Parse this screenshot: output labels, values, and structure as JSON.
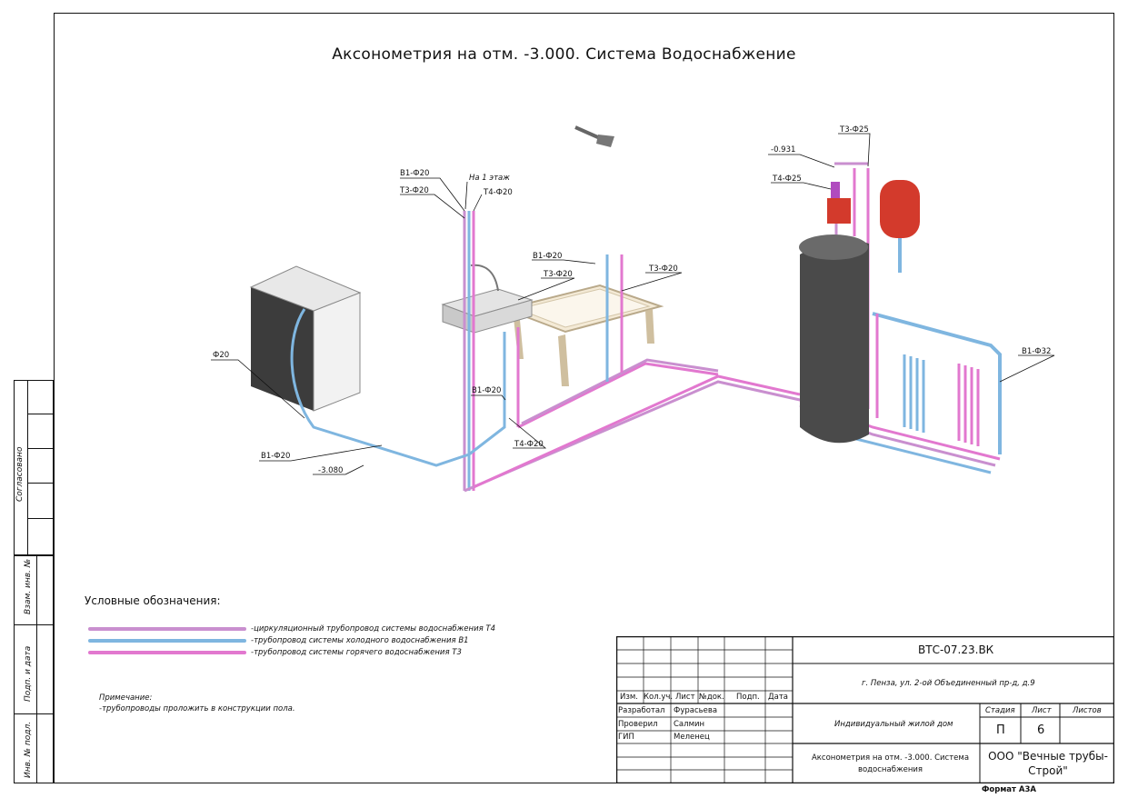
{
  "title": "Аксонометрия на отм. -3.000. Система Водоснабжение",
  "colors": {
    "pipe_t4": "#c98fcf",
    "pipe_b1": "#7fb6e0",
    "pipe_t3": "#e278cf",
    "tank": "#4a4a4a",
    "expansion_tank": "#d33a2c"
  },
  "labels": {
    "on_floor1": "На 1 этаж",
    "b1_20_top": "В1-Ф20",
    "t3_20_top": "Т3-Ф20",
    "t4_20_top": "Т4-Ф20",
    "b1_20_sink": "В1-Ф20",
    "t3_20_sink": "Т3-Ф20",
    "t3_20_right": "Т3-Ф20",
    "f20": "Ф20",
    "b1_20_mid": "В1-Ф20",
    "t4_20_low": "Т4-Ф20",
    "b1_20_low": "В1-Ф20",
    "level_3080": "-3.080",
    "level_0931": "-0.931",
    "t3_25": "Т3-Ф25",
    "t4_25": "Т4-Ф25",
    "b1_32": "В1-Ф32"
  },
  "side": {
    "agreed": "Согласовано",
    "vzam": "Взам. инв. №",
    "podp": "Подп. и дата",
    "inv": "Инв. № подл."
  },
  "legend": {
    "heading": "Условные обозначения:",
    "items": [
      "-циркуляционный трубопровод системы водоснабжения Т4",
      "-трубопровод системы холодного водоснабжения В1",
      "-трубопровод системы горячего водоснабжения Т3"
    ]
  },
  "note": {
    "heading": "Примечание:",
    "text": "-трубопроводы проложить в конструкции пола."
  },
  "stamp": {
    "code": "ВТС-07.23.ВК",
    "address": "г. Пенза, ул. 2-ой Объединенный пр-д, д.9",
    "headers": [
      "Изм.",
      "Кол.уч.",
      "Лист",
      "№док.",
      "Подп.",
      "Дата"
    ],
    "roles": [
      {
        "role": "Разработал",
        "name": "Фурасьева"
      },
      {
        "role": "Проверил",
        "name": "Салмин"
      },
      {
        "role": "ГИП",
        "name": "Меленец"
      }
    ],
    "object": "Индивидуальный жилой дом",
    "sheet_title": "Аксонометрия на отм. -3.000. Система водоснабжения",
    "stage_label": "Стадия",
    "sheet_label": "Лист",
    "sheets_label": "Листов",
    "stage": "П",
    "sheet": "6",
    "sheets": "",
    "company": "ООО \"Вечные трубы-Строй\"",
    "format": "Формат А3А"
  }
}
